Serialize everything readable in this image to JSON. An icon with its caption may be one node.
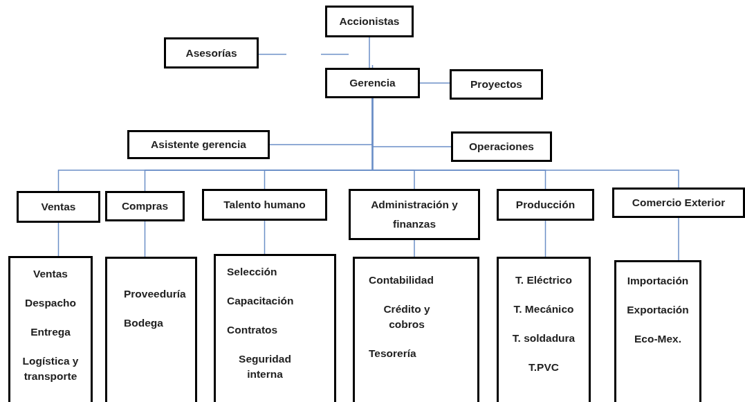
{
  "diagram": {
    "nodes": [
      {
        "text": [
          "Accionistas"
        ]
      },
      {
        "text": [
          "Asesorías"
        ]
      },
      {
        "text": [
          "Gerencia"
        ]
      },
      {
        "text": [
          "Proyectos"
        ]
      },
      {
        "text": [
          "Asistente gerencia"
        ]
      },
      {
        "text": [
          "Operaciones"
        ]
      },
      {
        "text": [
          "Ventas"
        ]
      },
      {
        "text": [
          "Compras"
        ]
      },
      {
        "text": [
          "Talento humano"
        ]
      },
      {
        "text": [
          "Administración y finanzas"
        ]
      },
      {
        "text": [
          "Producción"
        ]
      },
      {
        "text": [
          "Comercio Exterior"
        ]
      },
      {
        "text": [
          "Ventas",
          "Despacho",
          "Entrega",
          "Logística y transporte"
        ]
      },
      {
        "text": [
          "Proveeduría",
          "Bodega"
        ]
      },
      {
        "text": [
          "Selección",
          "Capacitación",
          "Contratos",
          "Seguridad interna"
        ]
      },
      {
        "text": [
          "Contabilidad",
          "Crédito y cobros",
          "Tesorería"
        ]
      },
      {
        "text": [
          "T. Eléctrico",
          "T. Mecánico",
          "T. soldadura",
          "T.PVC"
        ]
      },
      {
        "text": [
          "Importación",
          "Exportación",
          "Eco-Mex."
        ]
      }
    ],
    "edges": [
      {
        "from": 0,
        "to": 2,
        "arrow": "none"
      },
      {
        "from": 1,
        "to": 2,
        "arrow": "none",
        "style": "dashed"
      },
      {
        "from": 2,
        "to": 3,
        "arrow": "none"
      },
      {
        "from": 2,
        "to": 4,
        "arrow": "none"
      },
      {
        "from": 2,
        "to": 5,
        "arrow": "none"
      },
      {
        "from": 2,
        "to": 6,
        "arrow": "none"
      },
      {
        "from": 2,
        "to": 7,
        "arrow": "none"
      },
      {
        "from": 2,
        "to": 8,
        "arrow": "none"
      },
      {
        "from": 2,
        "to": 9,
        "arrow": "none"
      },
      {
        "from": 2,
        "to": 10,
        "arrow": "none"
      },
      {
        "from": 2,
        "to": 11,
        "arrow": "none"
      },
      {
        "from": 6,
        "to": 12,
        "arrow": "none"
      },
      {
        "from": 7,
        "to": 13,
        "arrow": "none"
      },
      {
        "from": 8,
        "to": 14,
        "arrow": "none"
      },
      {
        "from": 9,
        "to": 15,
        "arrow": "none"
      },
      {
        "from": 10,
        "to": 16,
        "arrow": "none"
      },
      {
        "from": 11,
        "to": 17,
        "arrow": "none"
      }
    ]
  }
}
